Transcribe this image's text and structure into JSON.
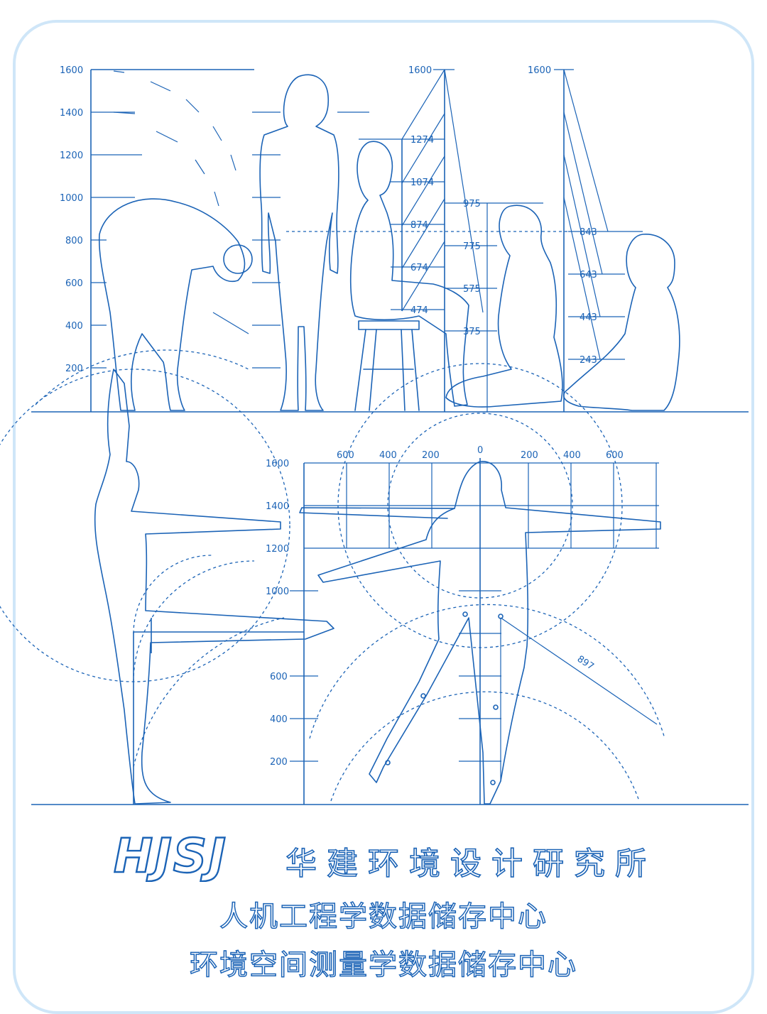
{
  "top_scale": {
    "left_ticks": [
      "1600",
      "1400",
      "1200",
      "1000",
      "800",
      "600",
      "400",
      "200"
    ],
    "col1_top": "1600",
    "col2_top": "1600",
    "sitting_marks": [
      "1274",
      "1074",
      "874",
      "674",
      "474"
    ],
    "kneeling_marks": [
      "975",
      "775",
      "575",
      "375"
    ],
    "floor_sitting_marks": [
      "843",
      "643",
      "443",
      "243"
    ]
  },
  "bottom_scale": {
    "left_ticks": [
      "1600",
      "1400",
      "1200",
      "1000",
      "600",
      "400",
      "200"
    ],
    "top_ticks_left": [
      "600",
      "400",
      "200"
    ],
    "top_tick_zero": "0",
    "top_ticks_right": [
      "200",
      "400",
      "600"
    ],
    "leg_reach": "897"
  },
  "footer": {
    "logo_text": "HJSJ",
    "org_name": "华建环境设计研究所",
    "line1": "人机工程学数据储存中心",
    "line2": "环境空间测量学数据储存中心"
  },
  "colors": {
    "ink": "#1b63b6",
    "frame": "#cfe6f8",
    "background": "#ffffff"
  }
}
